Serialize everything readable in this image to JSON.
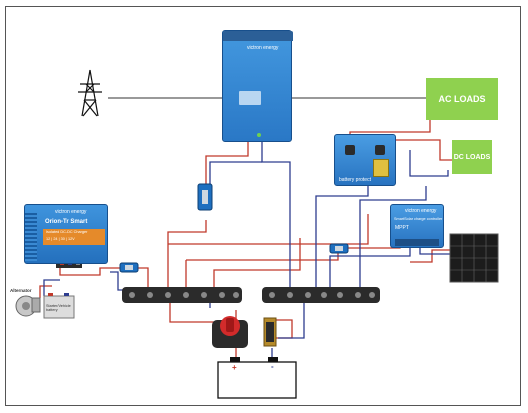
{
  "labels": {
    "ac_loads": "AC LOADS",
    "dc_loads": "DC LOADS",
    "orion": "Orion-Tr Smart",
    "orion_brand": "victron energy",
    "orion_model": "Isolated DC-DC Charger",
    "orion_voltage": "12 | 24 | 30 | 12V",
    "multiplus_brand": "victron energy",
    "smartsolar_brand": "victron energy",
    "smartsolar_name": "SmartSolar charge controller",
    "smartsolar_mppt": "MPPT",
    "battery_protect": "battery protect",
    "alternator": "Alternator",
    "starter_battery": "Starter/Vehicle battery",
    "battery_plus": "+",
    "battery_minus": "-"
  },
  "colors": {
    "positive_wire": "#c0392b",
    "negative_wire": "#2e3d8f",
    "victron_blue": "#2c82d0",
    "load_green": "#8fd14f",
    "busbar": "#333333"
  }
}
